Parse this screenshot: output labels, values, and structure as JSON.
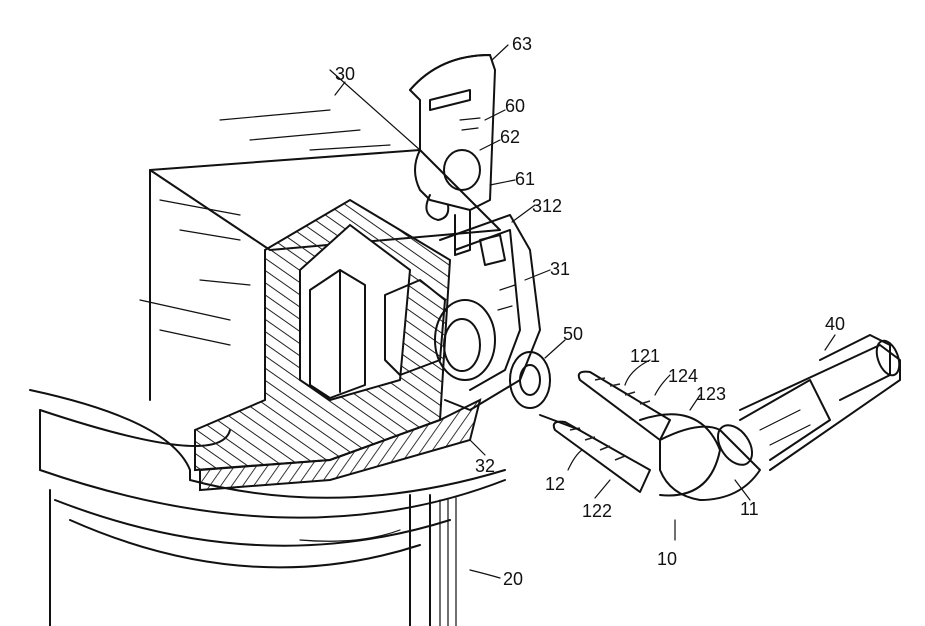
{
  "labels": {
    "l63": "63",
    "l30": "30",
    "l60": "60",
    "l62": "62",
    "l61": "61",
    "l312": "312",
    "l31": "31",
    "l50": "50",
    "l121": "121",
    "l124": "124",
    "l123": "123",
    "l40": "40",
    "l12": "12",
    "l122": "122",
    "l11": "11",
    "l32": "32",
    "l10": "10",
    "l20": "20"
  }
}
